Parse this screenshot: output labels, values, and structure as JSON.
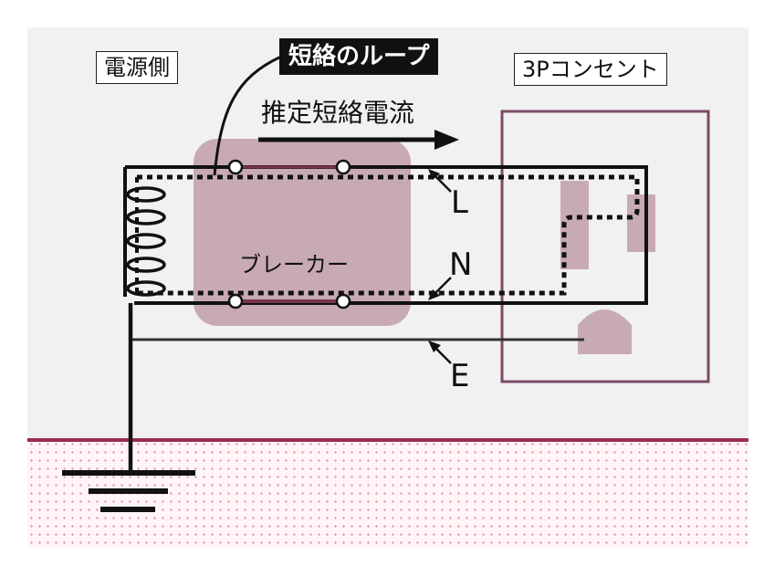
{
  "labels": {
    "power_source": "電源側",
    "short_loop": "短絡のループ",
    "outlet": "3Pコンセント",
    "estimated_current": "推定短絡電流",
    "breaker": "ブレーカー",
    "line": "L",
    "neutral": "N",
    "earth": "E"
  },
  "colors": {
    "breaker_fill": "#c8aab6",
    "outlet_frame": "#7a4a66",
    "ground_line": "#9b2b55",
    "panel_bg": "#f1f1f1"
  }
}
